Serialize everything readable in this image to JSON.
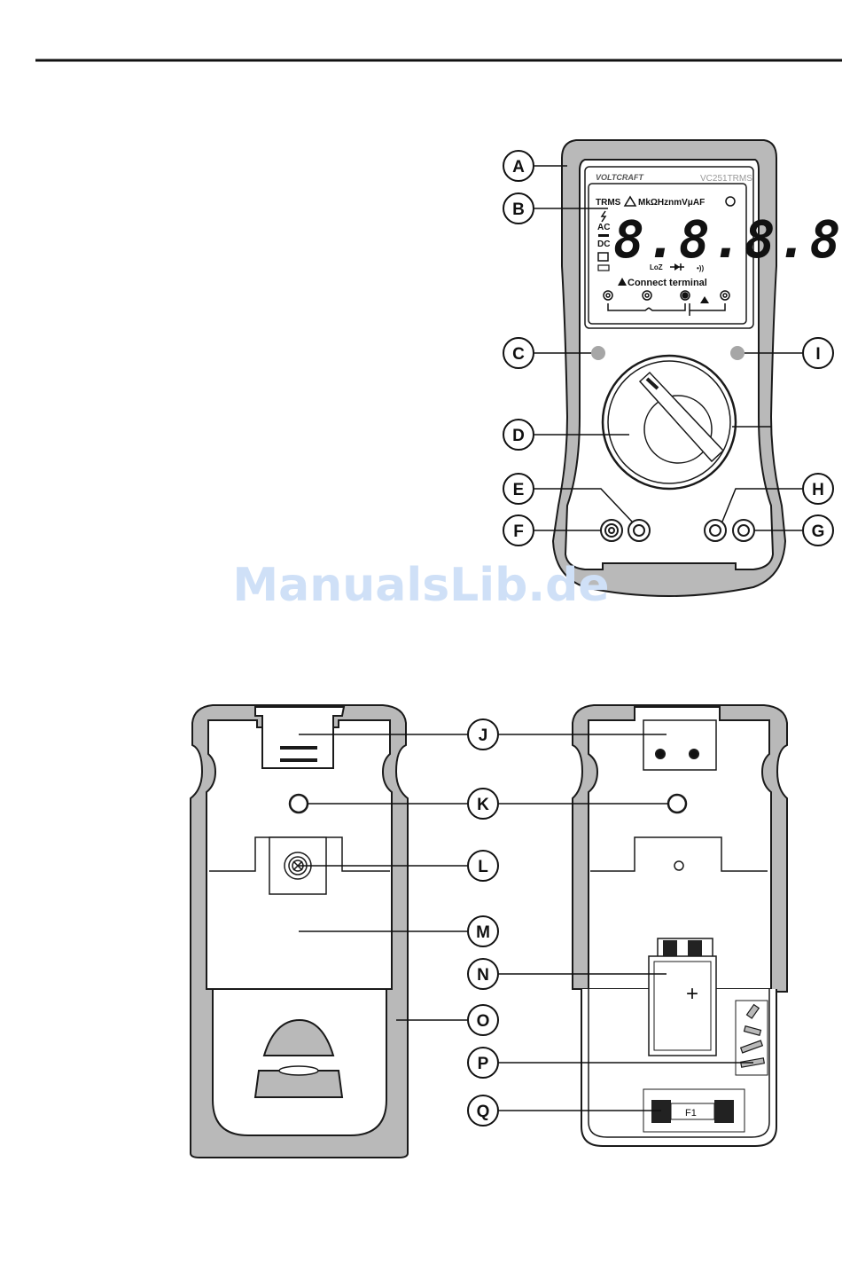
{
  "device": {
    "brand": "VOLTCRAFT",
    "model": "VC251TRMS",
    "display_digits": "8.8.8.8",
    "indicators_top": "TRMS",
    "units": "MkΩHznmVμAF",
    "mode_ac": "AC",
    "mode_dc": "DC",
    "loz": "LoZ",
    "connect_terminal": "Connect terminal",
    "fuse_label": "F1",
    "battery_plus": "+"
  },
  "callouts": {
    "A": "A",
    "B": "B",
    "C": "C",
    "D": "D",
    "E": "E",
    "F": "F",
    "G": "G",
    "H": "H",
    "I": "I",
    "J": "J",
    "K": "K",
    "L": "L",
    "M": "M",
    "N": "N",
    "O": "O",
    "P": "P",
    "Q": "Q"
  },
  "watermark": "ManualsLib.de",
  "colors": {
    "holster": "#b9b9b9",
    "outline": "#1a1a1a",
    "led": "#a6a6a6",
    "watermark": "#cfe0f7"
  }
}
